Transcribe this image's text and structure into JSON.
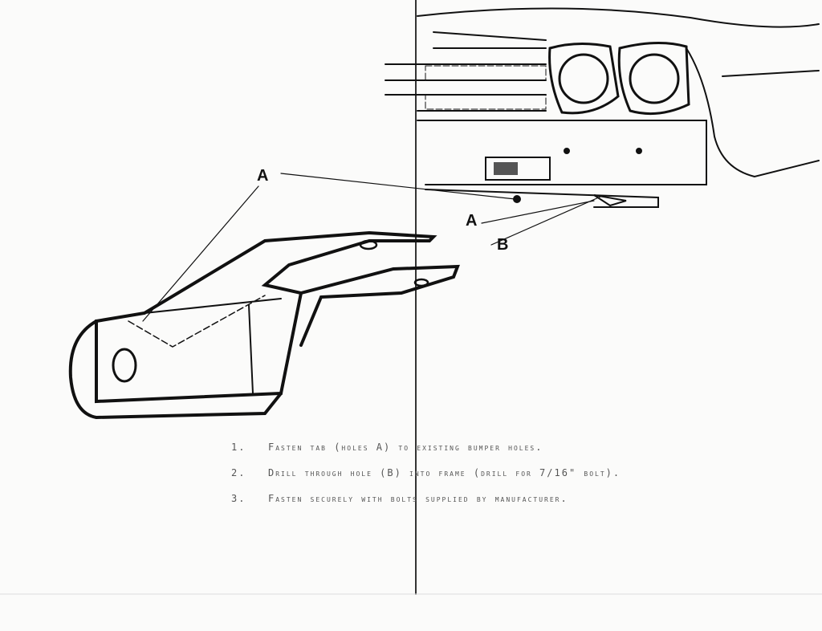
{
  "callouts": {
    "a_upper": "A",
    "a_lower": "A",
    "b": "B"
  },
  "instructions": [
    {
      "num": "1.",
      "text": "Fasten tab (holes A) to existing bumper holes."
    },
    {
      "num": "2.",
      "text": "Drill through hole (B) into frame (drill for 7/16\" bolt)."
    },
    {
      "num": "3.",
      "text": "Fasten securely with bolts supplied by manufacturer."
    }
  ]
}
